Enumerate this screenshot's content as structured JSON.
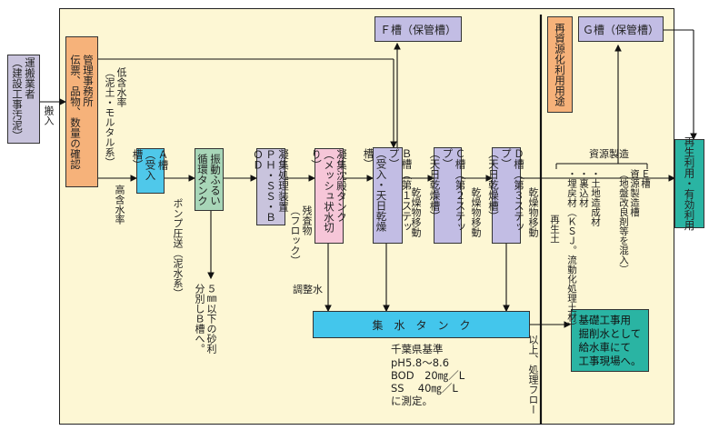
{
  "nodes": {
    "contractor": "運搬業者\n（建設工事汚泥）",
    "office": "管理事務所\n伝票、品物、数量の確認",
    "tankA": "Ａ槽\n（受入槽）",
    "vibration": "振動ふるい\n循環タンク",
    "coagulation": "凝集処理装置\nＰＨ・ＳＳ・ＢＯＤ",
    "settling": "凝集沈殿タンク\n（メッシュ状水切り）",
    "tankB": "Ｂ槽（第１ステップ）\n（受入・天日乾燥槽）",
    "tankC": "Ｃ槽（第２ステップ）\n（天日乾燥槽）",
    "tankD": "Ｄ槽（第３ステップ）\n（天日乾燥槽）",
    "tankF": "Ｆ槽（保管槽）",
    "tankG": "Ｇ槽（保管槽）",
    "recycleUse": "再資源化利用用途",
    "reuse": "再生利用・有効利用",
    "collectTank": "集　水　タ　ン　ク",
    "waterDest": "基礎工事用\n掘削水として\n給水車にて\n工事現場へ。"
  },
  "labels": {
    "carryIn": "搬入",
    "lowWater": "低含水率\n（泥土・モルタル系）",
    "highWater": "高含水率",
    "pump": "ポンプ圧送（泥水系）",
    "sand": "５㎜以下の砂利\n分別しＢ槽へ。",
    "residue": "残査物\n（フロック）",
    "adjustWater": "調整水",
    "dryMove1": "乾燥物移動",
    "dryMove2": "乾燥物移動",
    "dryMove3": "乾燥物移動",
    "resourceMake": "資源製造",
    "tankE": "Ｅ槽\n資源製造槽\n（地盤改良剤等を混入）",
    "uses": "・土地造成材\n・裏込材\n・埋戻材（ＫＳＪ。流動化処理土材）",
    "regenSoil": "再生土",
    "flowEnd": "以上、処理フロー",
    "standardTitle": "千葉県基準",
    "standardLines": "pH5.8～8.6\nBOD　20㎎／L\nSS　 40㎎／L\nに測定。"
  }
}
